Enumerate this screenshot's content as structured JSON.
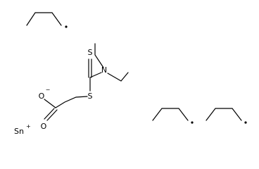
{
  "atoms": {
    "sulfur_thione": "S",
    "nitrogen": "N",
    "sulfur_thioether": "S",
    "oxygen_anion": "O",
    "oxygen_anion_charge": "−",
    "oxygen_carbonyl": "O",
    "tin": "Sn",
    "tin_charge": "+"
  },
  "fragments": [
    "butyl-radical-1",
    "butyl-radical-2",
    "butyl-radical-3"
  ]
}
